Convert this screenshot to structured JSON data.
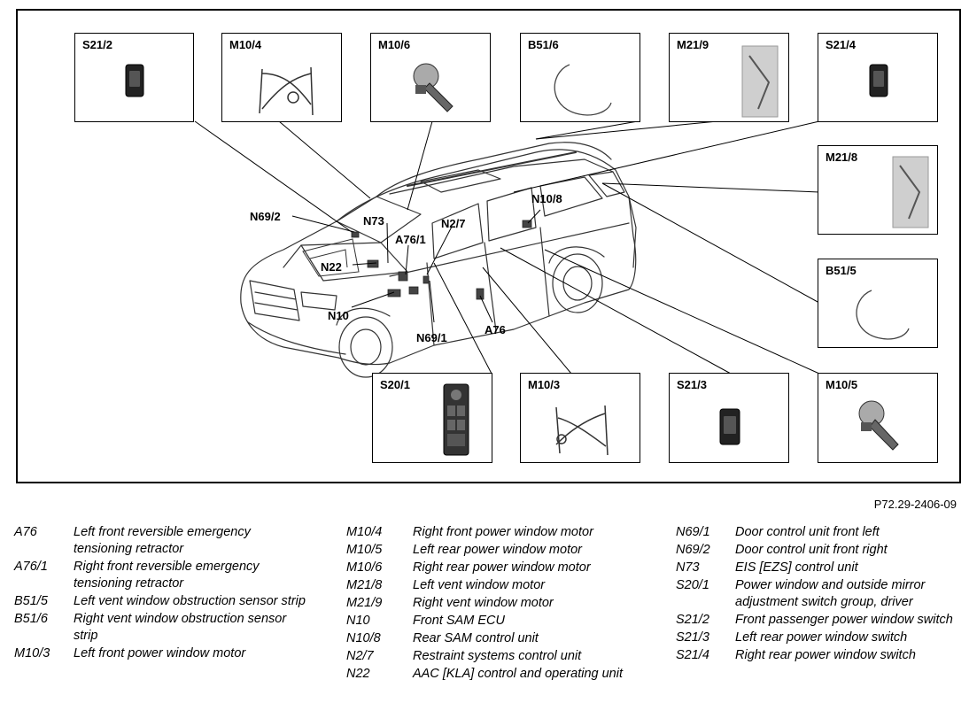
{
  "callouts": {
    "s21_2": "S21/2",
    "m10_4": "M10/4",
    "m10_6": "M10/6",
    "b51_6": "B51/6",
    "m21_9": "M21/9",
    "s21_4": "S21/4",
    "m21_8": "M21/8",
    "b51_5": "B51/5",
    "s20_1": "S20/1",
    "m10_3": "M10/3",
    "s21_3": "S21/3",
    "m10_5": "M10/5"
  },
  "vehicle_labels": {
    "n69_2": "N69/2",
    "n73": "N73",
    "n2_7": "N2/7",
    "n10_8": "N10/8",
    "a76_1": "A76/1",
    "n22": "N22",
    "n10": "N10",
    "n69_1": "N69/1",
    "a76": "A76"
  },
  "figure_ref": "P72.29-2406-09",
  "legend": {
    "col1": [
      {
        "code": "A76",
        "desc": "Left front reversible emergency tensioning retractor"
      },
      {
        "code": "A76/1",
        "desc": "Right front reversible emergency tensioning retractor"
      },
      {
        "code": "B51/5",
        "desc": "Left vent window obstruction sensor strip"
      },
      {
        "code": "B51/6",
        "desc": "Right vent window obstruction sensor strip"
      },
      {
        "code": "M10/3",
        "desc": "Left front power window motor"
      }
    ],
    "col2": [
      {
        "code": "M10/4",
        "desc": "Right front power window motor"
      },
      {
        "code": "M10/5",
        "desc": "Left rear power window motor"
      },
      {
        "code": "M10/6",
        "desc": "Right rear power window motor"
      },
      {
        "code": "M21/8",
        "desc": "Left vent window motor"
      },
      {
        "code": "M21/9",
        "desc": "Right vent window motor"
      },
      {
        "code": "N10",
        "desc": "Front SAM ECU"
      },
      {
        "code": "N10/8",
        "desc": "Rear SAM control unit"
      },
      {
        "code": "N2/7",
        "desc": "Restraint systems control unit"
      },
      {
        "code": "N22",
        "desc": "AAC [KLA] control and operating unit"
      }
    ],
    "col3": [
      {
        "code": "N69/1",
        "desc": "Door control unit front left"
      },
      {
        "code": "N69/2",
        "desc": "Door control unit front right"
      },
      {
        "code": "N73",
        "desc": "EIS [EZS] control unit"
      },
      {
        "code": "S20/1",
        "desc": "Power window and outside mirror adjustment switch group, driver"
      },
      {
        "code": "S21/2",
        "desc": "Front passenger power window switch"
      },
      {
        "code": "S21/3",
        "desc": "Left rear power window switch"
      },
      {
        "code": "S21/4",
        "desc": "Right rear power window switch"
      }
    ]
  }
}
